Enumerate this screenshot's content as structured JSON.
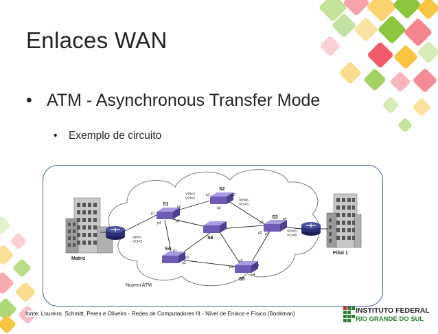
{
  "slide": {
    "title": "Enlaces WAN",
    "bullet1": "ATM - Asynchronous Transfer Mode",
    "bullet2": "Exemplo de circuito",
    "bullet_symbol": "•"
  },
  "diagram": {
    "cloud_label": "Nuvem ATM",
    "left_building_label": "Matriz",
    "right_building_label": "Filial 1",
    "switches": {
      "s1": "S1",
      "s2": "S2",
      "s3": "S3",
      "s4": "S4",
      "s5": "S5",
      "s6": "S6"
    },
    "ports": {
      "s1_p1": "p1",
      "s1_p2": "p2",
      "s1_p3": "p3",
      "s1_p4": "p4",
      "s2_p1": "p1",
      "s2_p2": "p2",
      "s2_p3": "p3",
      "s3_p1": "p1",
      "s3_p2": "p2",
      "s3_p3": "p3",
      "s3_p4": "p4",
      "s4_p1": "p1",
      "s4_p2": "p2",
      "s4_p3": "p3",
      "s5_p1": "p1",
      "s5_p2": "p2",
      "s5_p3": "p3",
      "s5_p4": "p4"
    },
    "vc_labels": {
      "left_vpi": "VPI=1",
      "left_vci": "VCI=2",
      "s2_left_vpi": "VPI=2",
      "s2_left_vci": "VCI=2",
      "s2_right_vpi": "VPI=6",
      "s2_right_vci": "VCI=3",
      "right_vpi": "VPI=3",
      "right_vci": "VCI=8"
    }
  },
  "footer": {
    "source": "fonte: Loureiro, Schmitt, Peres e Oliveira - Redes de Computadores III - Nível de Enlace e Físico (Bookman)",
    "institution_line1": "INSTITUTO FEDERAL",
    "institution_line2": "RIO GRANDE DO SUL"
  },
  "colors": {
    "accent_green": "#8cc63f",
    "accent_pink": "#f15a6a",
    "accent_yellow": "#f7c542",
    "switch_purple": "#6f5bb5",
    "router_navy": "#2b2f73"
  }
}
